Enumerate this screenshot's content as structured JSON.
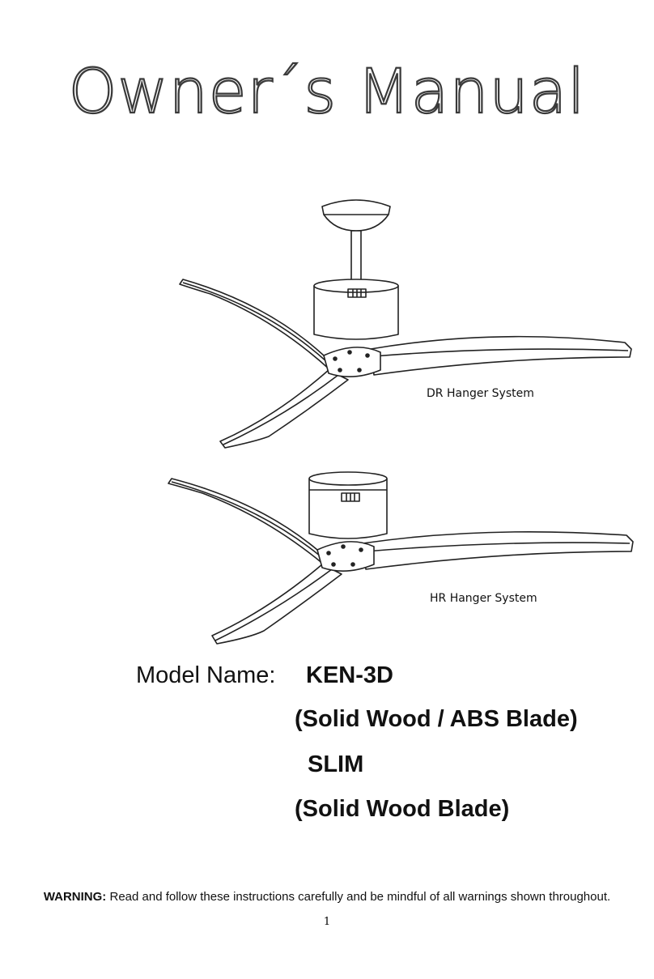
{
  "title": "Owner´s Manual",
  "figures": {
    "dr_caption": "DR Hanger System",
    "hr_caption": "HR Hanger System"
  },
  "model": {
    "label": "Model Name:",
    "lines": [
      "KEN-3D",
      "(Solid Wood / ABS Blade)",
      "SLIM",
      "(Solid Wood Blade)"
    ]
  },
  "warning": {
    "prefix": "WARNING:",
    "text": " Read and follow these instructions carefully and be mindful of all warnings shown throughout."
  },
  "page_number": "1",
  "colors": {
    "ink": "#111111",
    "drawing_stroke": "#222222"
  }
}
